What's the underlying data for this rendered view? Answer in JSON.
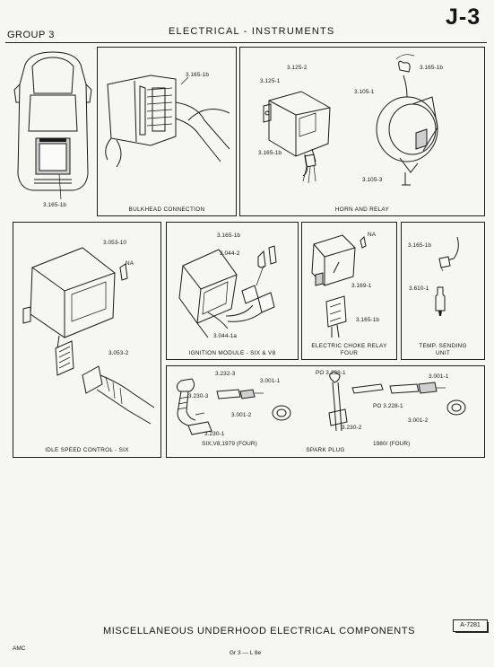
{
  "header": {
    "group": "GROUP 3",
    "title": "ELECTRICAL - INSTRUMENTS",
    "page_code": "J-3"
  },
  "panels": {
    "car": {
      "labels": [
        "3.165-1b"
      ]
    },
    "bulkhead": {
      "caption": "BULKHEAD CONNECTION",
      "labels": [
        "3.165-1b"
      ]
    },
    "horn": {
      "caption": "HORN  AND  RELAY",
      "labels": [
        "3.125-2",
        "3.125-1",
        "3.165-1b",
        "3.105-1",
        "3.165-1b",
        "3.105-3"
      ]
    },
    "idle": {
      "caption": "IDLE SPEED CONTROL - SIX",
      "labels": [
        "3.053-10",
        "NA",
        "3.053-2"
      ]
    },
    "ignition": {
      "caption": "IGNITION MODULE - SIX & V8",
      "labels": [
        "3.165-1b",
        "3.044-2",
        "3.044-1a"
      ]
    },
    "choke": {
      "caption_line1": "ELECTRIC CHOKE RELAY",
      "caption_line2": "FOUR",
      "labels": [
        "NA",
        "3.169-1",
        "3.165-1b"
      ]
    },
    "temp": {
      "caption_line1": "TEMP. SENDING",
      "caption_line2": "UNIT",
      "labels": [
        "3.165-1b",
        "3.610-1"
      ]
    },
    "spark": {
      "caption": "SPARK PLUG",
      "left_caption": "SIX,V8,1979  (FOUR)",
      "right_caption": "1980/  (FOUR)",
      "left_labels": [
        "3.232-3",
        "3.001-1",
        "3.230-3",
        "3.001-2",
        "3.230-1"
      ],
      "right_labels": [
        "PO 3.228-1",
        "3.001-1",
        "PO 3.228-1",
        "3.230-2",
        "3.001-2"
      ]
    }
  },
  "footer": {
    "title": "MISCELLANEOUS UNDERHOOD ELECTRICAL COMPONENTS",
    "figure_code": "A-7281",
    "left": "AMC",
    "center": "Gr 3  —  L 8e"
  },
  "icons": [
    "car-outline-icon",
    "connector-icon",
    "horn-icon",
    "relay-icon",
    "control-module-icon",
    "ignition-module-icon",
    "temp-sender-icon",
    "spark-plug-icon"
  ]
}
